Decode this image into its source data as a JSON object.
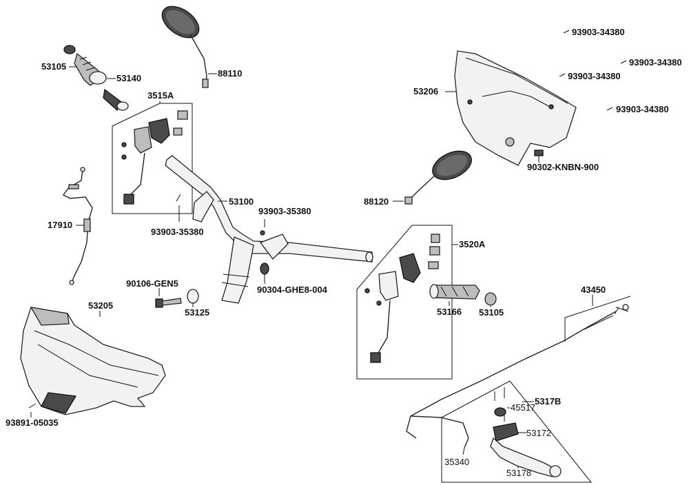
{
  "labels": {
    "p53105_left": "53105",
    "p53140": "53140",
    "p88110": "88110",
    "p3515A": "3515A",
    "p17910": "17910",
    "p53100": "53100",
    "p93903_35380_a": "93903-35380",
    "p93903_35380_b": "93903-35380",
    "p90106_GEN5": "90106-GEN5",
    "p53125": "53125",
    "p90304_GHE8_004": "90304-GHE8-004",
    "p53205": "53205",
    "p93891_05035": "93891-05035",
    "p93903_34380_a": "93903-34380",
    "p93903_34380_b": "93903-34380",
    "p93903_34380_c": "93903-34380",
    "p93903_34380_d": "93903-34380",
    "p53206": "53206",
    "p90302_KNBN_900": "90302-KNBN-900",
    "p88120": "88120",
    "p3520A": "3520A",
    "p53166": "53166",
    "p53105_right": "53105",
    "p43450": "43450",
    "p5317B": "5317B",
    "p45517": "45517",
    "p53172": "53172",
    "p35340": "35340",
    "p53178": "53178"
  }
}
